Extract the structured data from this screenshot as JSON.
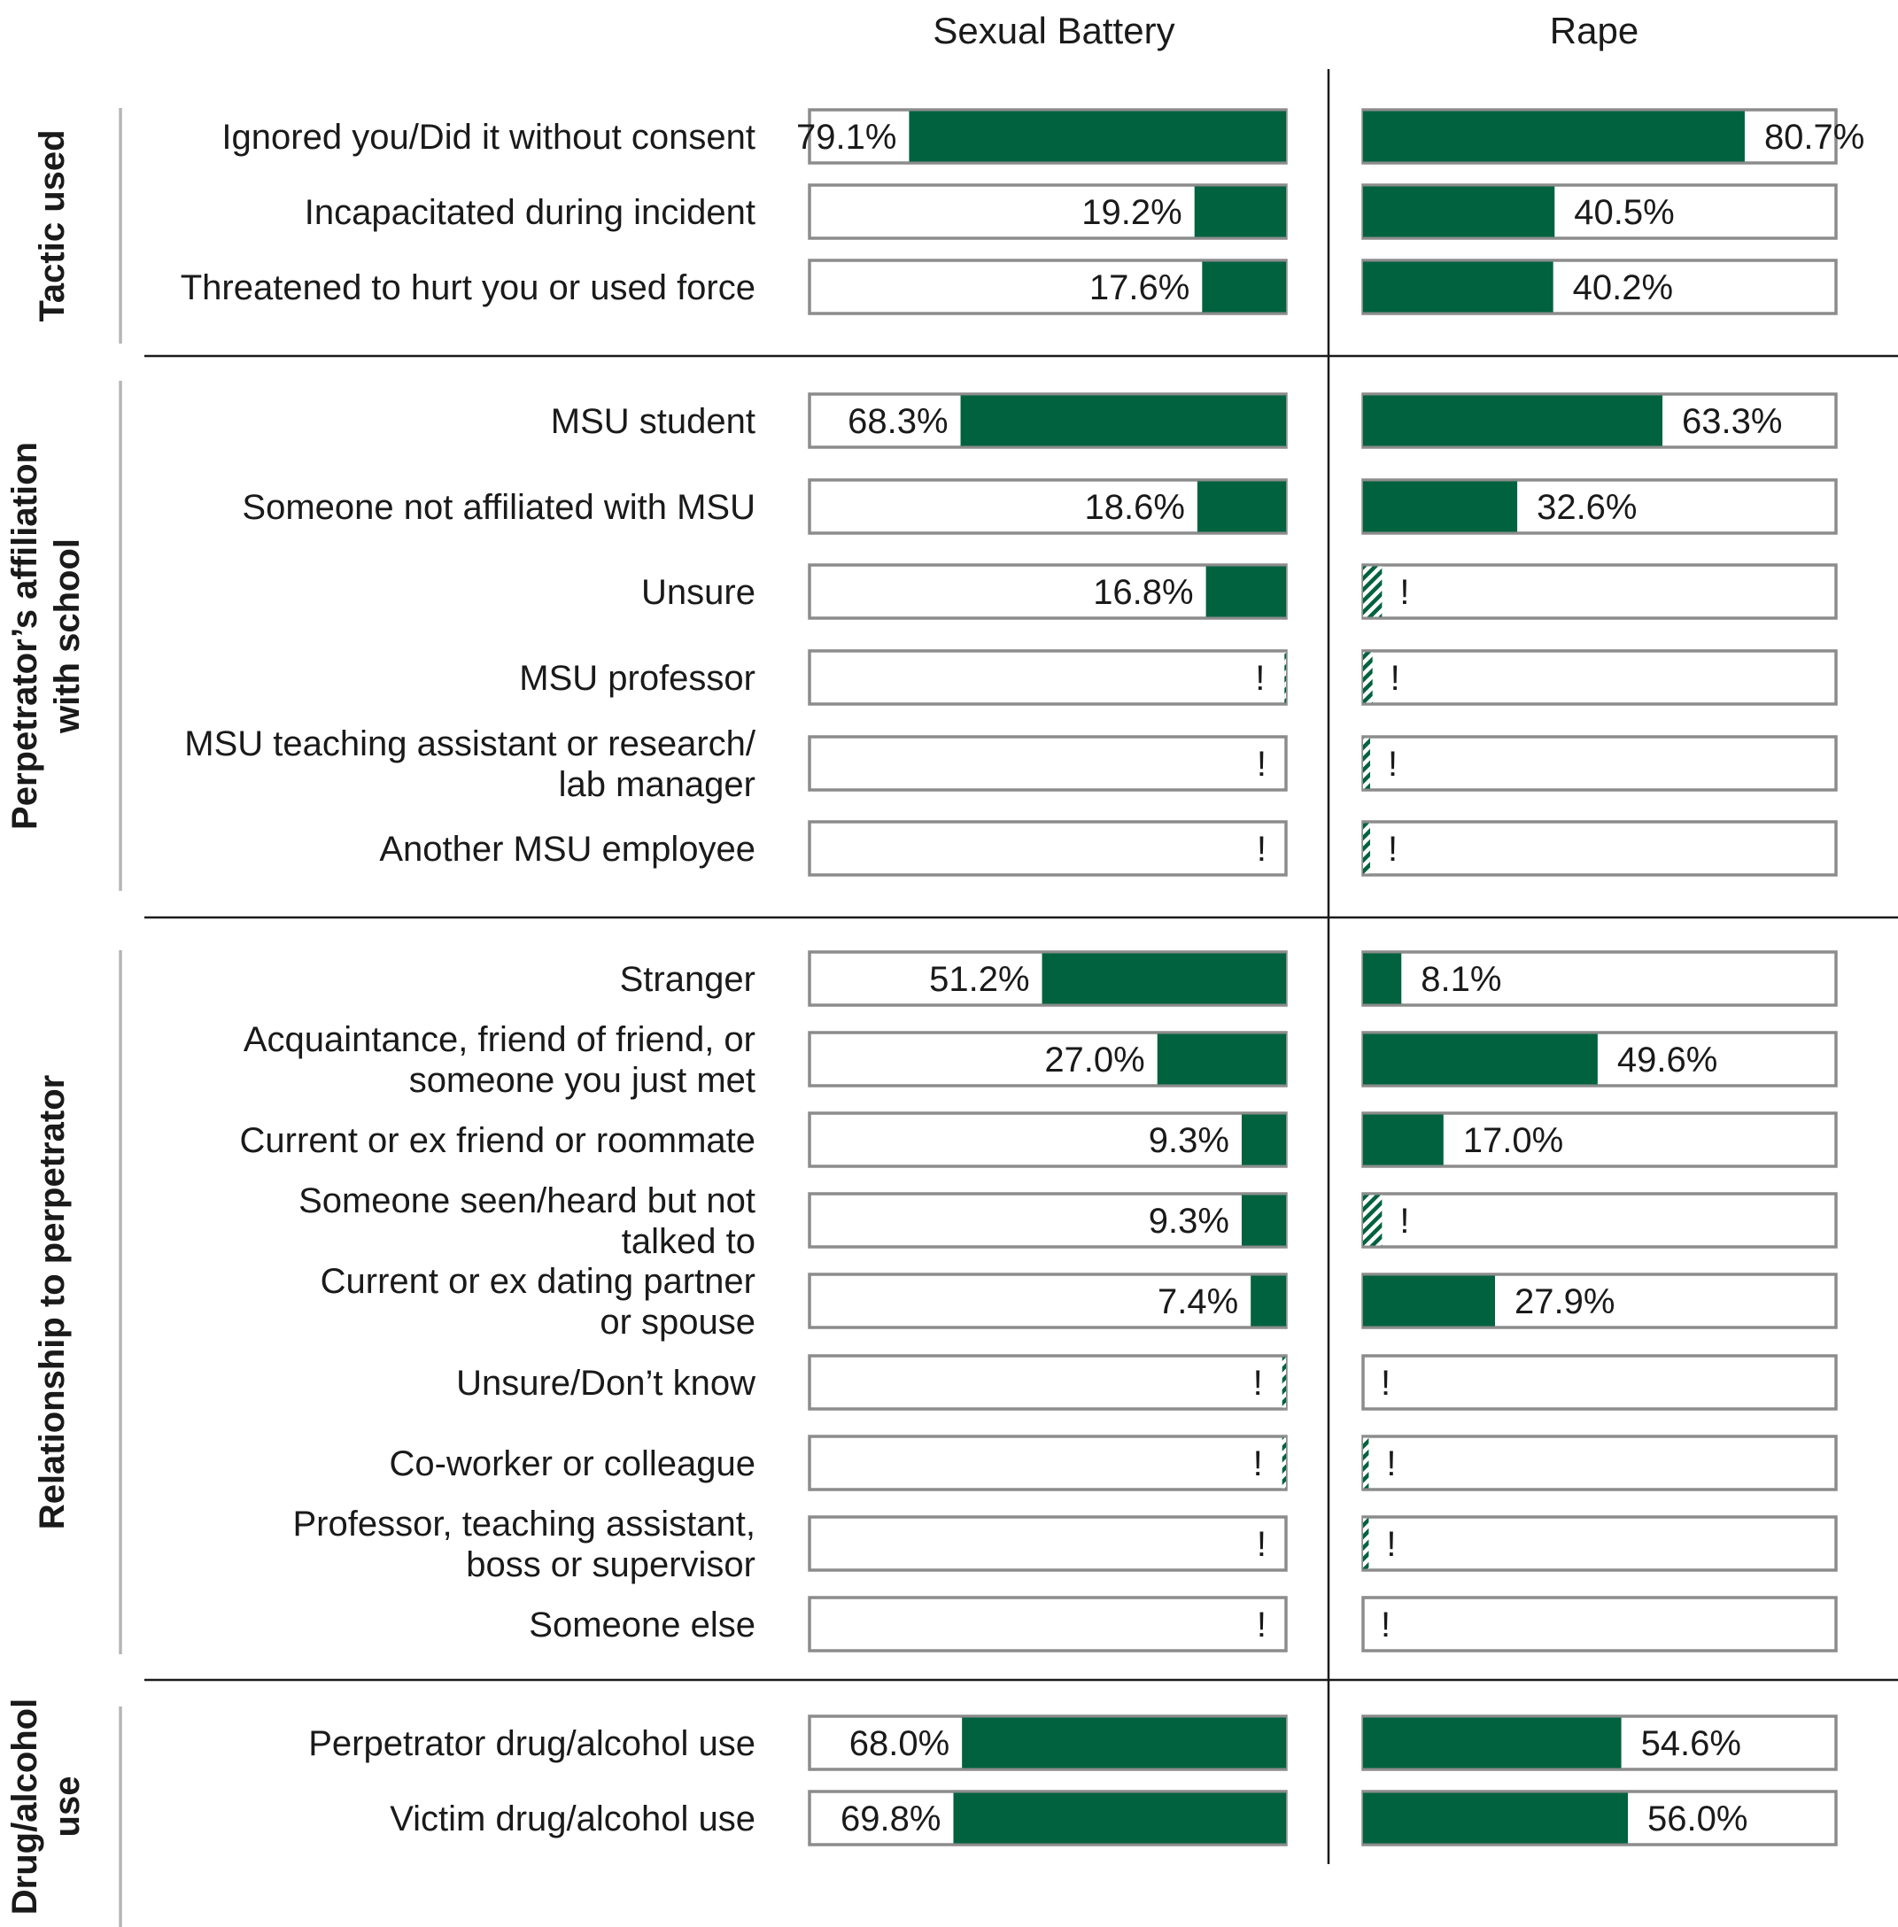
{
  "colors": {
    "bar_fill": "#00623F",
    "bar_frame": "#8C8C8C",
    "divider": "#1A1A1A",
    "bracket": "#B5B5B5",
    "text": "#1A1A1A"
  },
  "chart_data": {
    "type": "bar",
    "orientation": "horizontal",
    "columns": [
      "Sexual Battery",
      "Rape"
    ],
    "unit": "%",
    "xlim": [
      0,
      100
    ],
    "grid": false,
    "legend": "none",
    "suppressed_marker": "!",
    "groups": [
      {
        "label": "Tactic used",
        "rows": [
          {
            "label": [
              "Ignored you/Did it without consent"
            ],
            "sexual_battery": 79.1,
            "rape": 80.7
          },
          {
            "label": [
              "Incapacitated during incident"
            ],
            "sexual_battery": 19.2,
            "rape": 40.5
          },
          {
            "label": [
              "Threatened to hurt you or used force"
            ],
            "sexual_battery": 17.6,
            "rape": 40.2
          }
        ]
      },
      {
        "label": "Perpetrator’s affiliation with school",
        "rows": [
          {
            "label": [
              "MSU student"
            ],
            "sexual_battery": 68.3,
            "rape": 63.3
          },
          {
            "label": [
              "Someone not affiliated with MSU"
            ],
            "sexual_battery": 18.6,
            "rape": 32.6
          },
          {
            "label": [
              "Unsure"
            ],
            "sexual_battery": 16.8,
            "rape": null,
            "rape_estimate": 4.0
          },
          {
            "label": [
              "MSU professor"
            ],
            "sexual_battery": null,
            "sexual_battery_estimate": 0.3,
            "rape": null,
            "rape_estimate": 2.0
          },
          {
            "label": [
              "MSU teaching assistant or research/",
              "lab manager"
            ],
            "sexual_battery": null,
            "sexual_battery_estimate": 0.0,
            "rape": null,
            "rape_estimate": 1.5
          },
          {
            "label": [
              "Another MSU employee"
            ],
            "sexual_battery": null,
            "sexual_battery_estimate": 0.0,
            "rape": null,
            "rape_estimate": 1.5
          }
        ]
      },
      {
        "label": "Relationship to perpetrator",
        "rows": [
          {
            "label": [
              "Stranger"
            ],
            "sexual_battery": 51.2,
            "rape": 8.1
          },
          {
            "label": [
              "Acquaintance, friend of friend, or",
              "someone you just met"
            ],
            "sexual_battery": 27.0,
            "rape": 49.6
          },
          {
            "label": [
              "Current or ex friend or roommate"
            ],
            "sexual_battery": 9.3,
            "rape": 17.0
          },
          {
            "label": [
              "Someone seen/heard but not",
              "talked to"
            ],
            "sexual_battery": 9.3,
            "rape": null,
            "rape_estimate": 4.0
          },
          {
            "label": [
              "Current or ex dating partner",
              "or spouse"
            ],
            "sexual_battery": 7.4,
            "rape": 27.9
          },
          {
            "label": [
              "Unsure/Don’t know"
            ],
            "sexual_battery": null,
            "sexual_battery_estimate": 0.8,
            "rape": null,
            "rape_estimate": 0.0
          },
          {
            "label": [
              "Co-worker or colleague"
            ],
            "sexual_battery": null,
            "sexual_battery_estimate": 0.8,
            "rape": null,
            "rape_estimate": 1.2
          },
          {
            "label": [
              "Professor, teaching assistant,",
              "boss or supervisor"
            ],
            "sexual_battery": null,
            "sexual_battery_estimate": 0.0,
            "rape": null,
            "rape_estimate": 1.2
          },
          {
            "label": [
              "Someone else"
            ],
            "sexual_battery": null,
            "sexual_battery_estimate": 0.0,
            "rape": null,
            "rape_estimate": 0.0
          }
        ]
      },
      {
        "label": "Drug/alcohol use",
        "rows": [
          {
            "label": [
              "Perpetrator drug/alcohol use"
            ],
            "sexual_battery": 68.0,
            "rape": 54.6
          },
          {
            "label": [
              "Victim drug/alcohol use"
            ],
            "sexual_battery": 69.8,
            "rape": 56.0
          }
        ]
      }
    ]
  }
}
